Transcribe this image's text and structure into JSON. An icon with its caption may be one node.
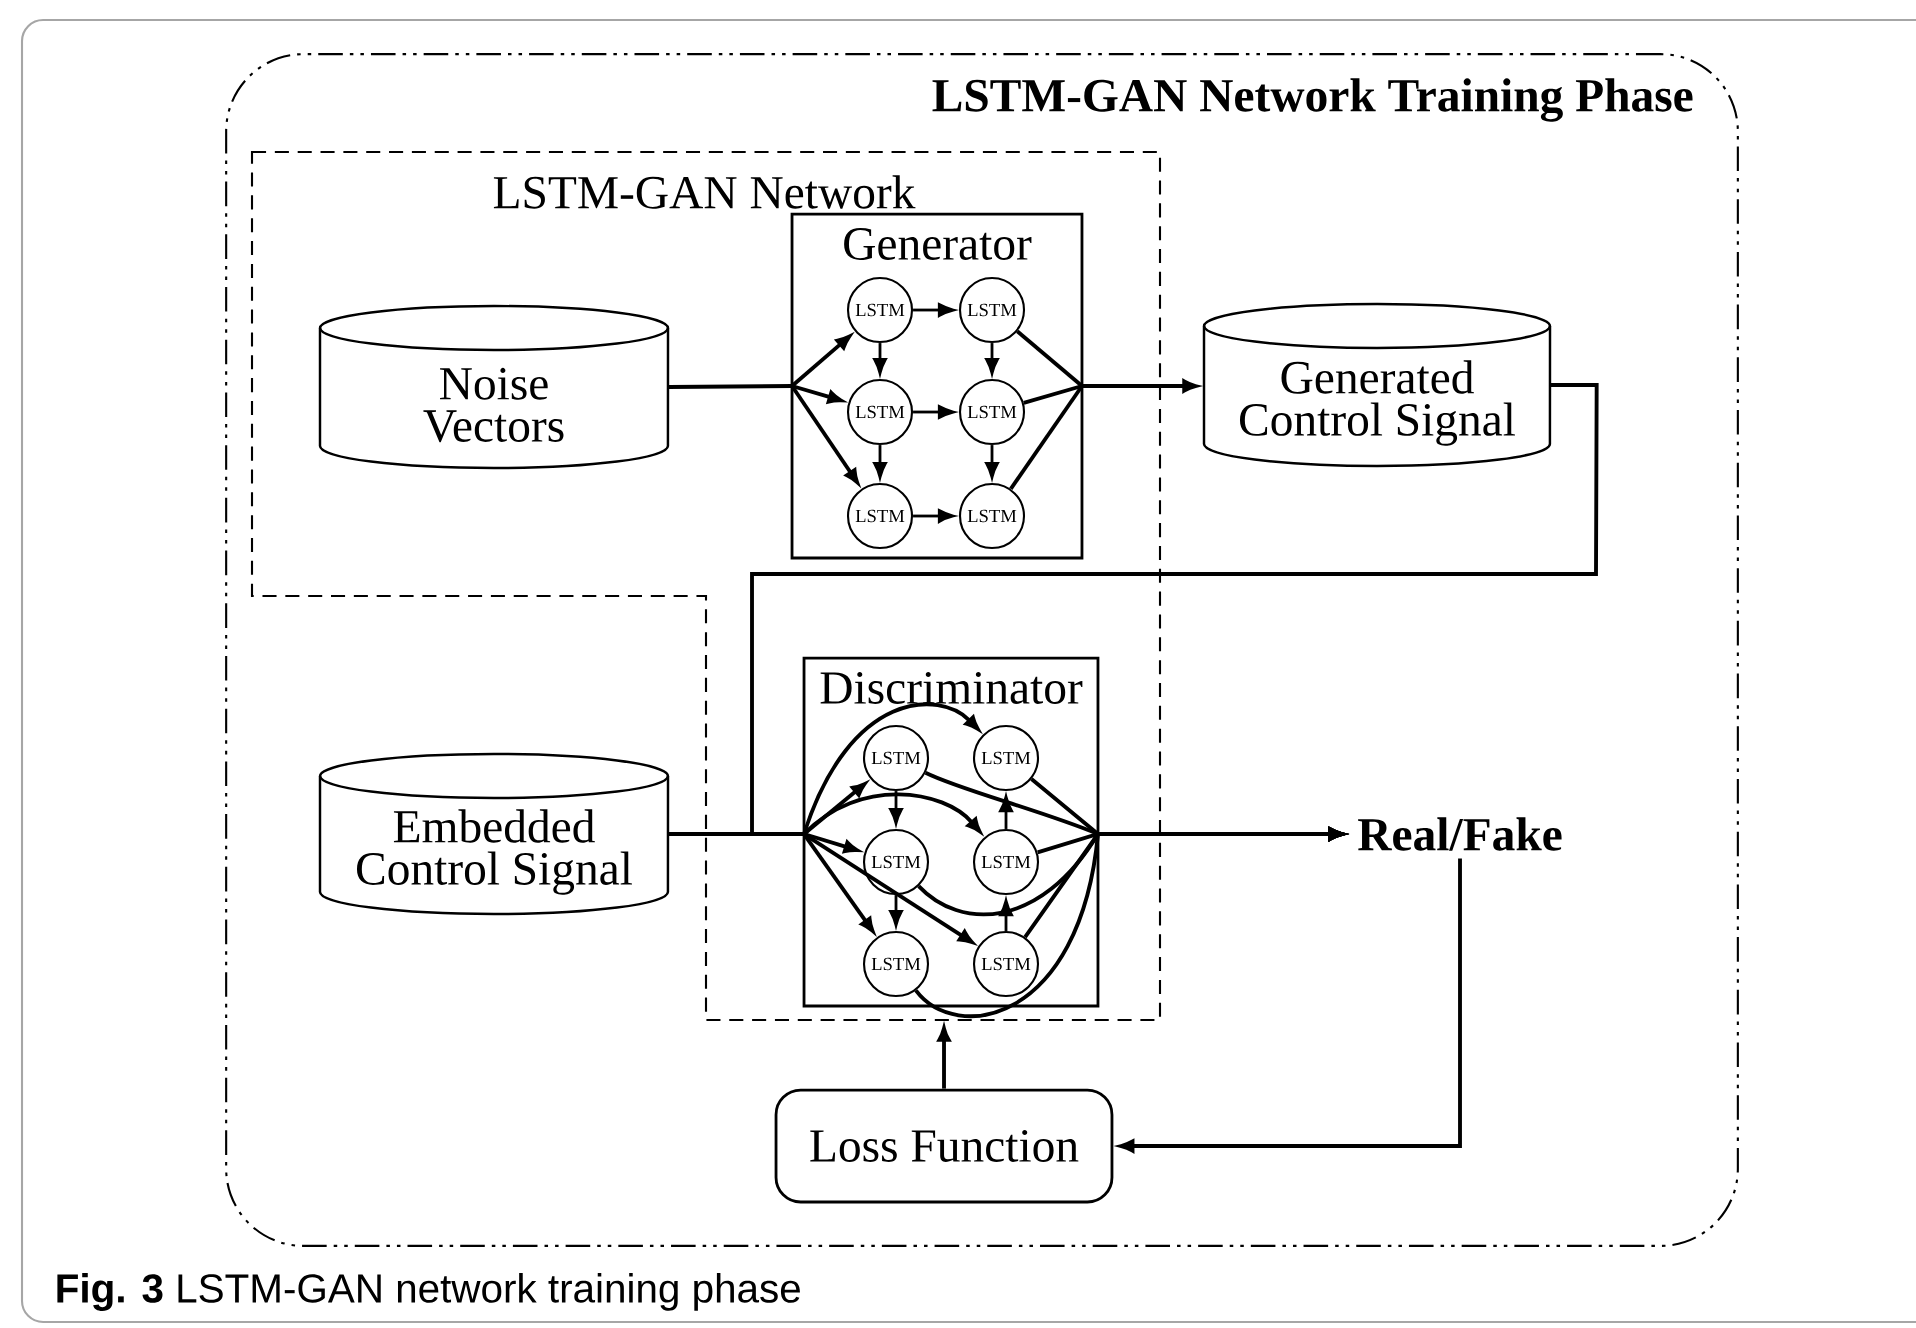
{
  "diagram": {
    "caption": "**Fig. 3** LSTM-GAN network training phase",
    "nodes": [
      {
        "text": [
          "LSTM-GAN Network Training Phase"
        ]
      },
      {
        "text": [
          "LSTM-GAN Network"
        ],
        "in": 0
      },
      {
        "text": [
          "Generator"
        ],
        "in": 1
      },
      {
        "text": [
          "LSTM"
        ],
        "in": 2
      },
      {
        "text": [
          "LSTM"
        ],
        "in": 2
      },
      {
        "text": [
          "LSTM"
        ],
        "in": 2
      },
      {
        "text": [
          "LSTM"
        ],
        "in": 2
      },
      {
        "text": [
          "LSTM"
        ],
        "in": 2
      },
      {
        "text": [
          "LSTM"
        ],
        "in": 2
      },
      {
        "text": [
          "Noise Vectors"
        ],
        "in": 1
      },
      {
        "text": [
          "Generated Control Signal"
        ],
        "in": 0
      },
      {
        "text": [
          "Discriminator"
        ],
        "in": 1
      },
      {
        "text": [
          "LSTM"
        ],
        "in": 11
      },
      {
        "text": [
          "LSTM"
        ],
        "in": 11
      },
      {
        "text": [
          "LSTM"
        ],
        "in": 11
      },
      {
        "text": [
          "LSTM"
        ],
        "in": 11
      },
      {
        "text": [
          "LSTM"
        ],
        "in": 11
      },
      {
        "text": [
          "LSTM"
        ],
        "in": 11
      },
      {
        "text": [
          "Embedded Control Signal"
        ],
        "in": 0
      },
      {
        "text": [
          "Real/Fake"
        ],
        "in": 0
      },
      {
        "text": [
          "Loss Function"
        ],
        "in": 0
      }
    ],
    "edges": [
      {
        "from": 9,
        "to": 3,
        "arrow": "to"
      },
      {
        "from": 9,
        "to": 5,
        "arrow": "to"
      },
      {
        "from": 9,
        "to": 7,
        "arrow": "to"
      },
      {
        "from": 3,
        "to": 4,
        "arrow": "to"
      },
      {
        "from": 5,
        "to": 6,
        "arrow": "to"
      },
      {
        "from": 7,
        "to": 8,
        "arrow": "to"
      },
      {
        "from": 3,
        "to": 5,
        "arrow": "to"
      },
      {
        "from": 5,
        "to": 7,
        "arrow": "to"
      },
      {
        "from": 4,
        "to": 6,
        "arrow": "to"
      },
      {
        "from": 6,
        "to": 8,
        "arrow": "to"
      },
      {
        "from": 4,
        "to": 10,
        "arrow": "to"
      },
      {
        "from": 6,
        "to": 10,
        "arrow": "to"
      },
      {
        "from": 8,
        "to": 10,
        "arrow": "to"
      },
      {
        "from": 18,
        "to": 12,
        "arrow": "to"
      },
      {
        "from": 18,
        "to": 14,
        "arrow": "to"
      },
      {
        "from": 18,
        "to": 16,
        "arrow": "to"
      },
      {
        "from": 18,
        "to": 13,
        "arrow": "to"
      },
      {
        "from": 18,
        "to": 15,
        "arrow": "to"
      },
      {
        "from": 18,
        "to": 17,
        "arrow": "to"
      },
      {
        "from": 10,
        "to": 12,
        "arrow": "to"
      },
      {
        "from": 10,
        "to": 14,
        "arrow": "to"
      },
      {
        "from": 10,
        "to": 16,
        "arrow": "to"
      },
      {
        "from": 10,
        "to": 13,
        "arrow": "to"
      },
      {
        "from": 10,
        "to": 15,
        "arrow": "to"
      },
      {
        "from": 10,
        "to": 17,
        "arrow": "to"
      },
      {
        "from": 12,
        "to": 14,
        "arrow": "to"
      },
      {
        "from": 14,
        "to": 16,
        "arrow": "to"
      },
      {
        "from": 17,
        "to": 15,
        "arrow": "to"
      },
      {
        "from": 15,
        "to": 13,
        "arrow": "to"
      },
      {
        "from": 12,
        "to": 19,
        "arrow": "to"
      },
      {
        "from": 13,
        "to": 19,
        "arrow": "to"
      },
      {
        "from": 14,
        "to": 19,
        "arrow": "to"
      },
      {
        "from": 15,
        "to": 19,
        "arrow": "to"
      },
      {
        "from": 16,
        "to": 19,
        "arrow": "to"
      },
      {
        "from": 17,
        "to": 19,
        "arrow": "to"
      },
      {
        "from": 19,
        "to": 20,
        "arrow": "to"
      },
      {
        "from": 20,
        "to": 1,
        "arrow": "to"
      }
    ]
  }
}
